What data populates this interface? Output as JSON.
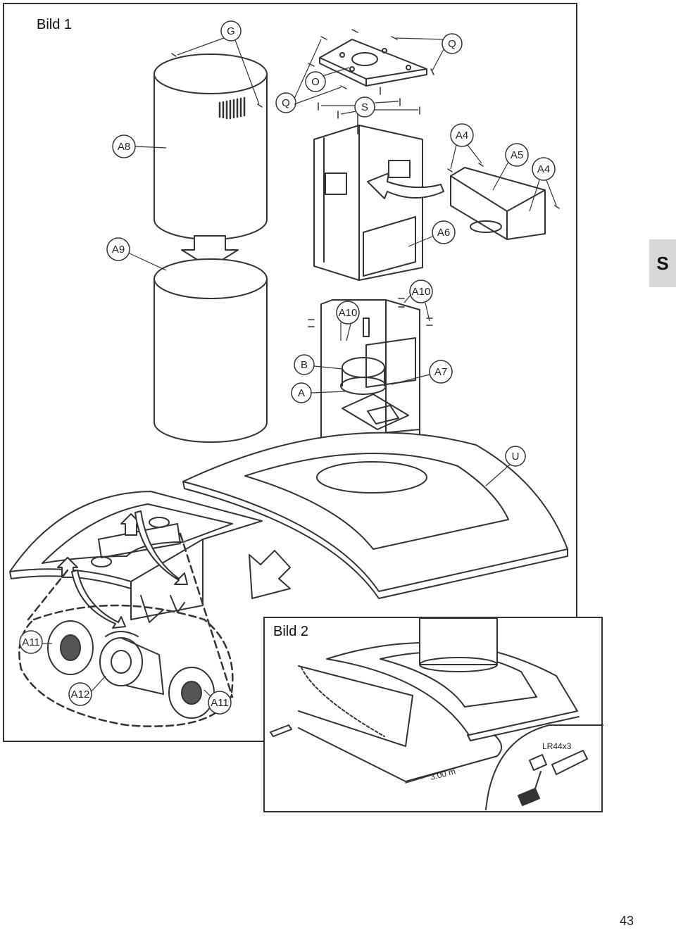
{
  "figure1": {
    "title": "Bild 1"
  },
  "figure2": {
    "title": "Bild 2",
    "distance_label": "3.00 m",
    "battery_label": "LR44x3"
  },
  "side_tab": "S",
  "page_number": "43",
  "callouts": {
    "G": "G",
    "Q1": "Q",
    "Q2": "Q",
    "O": "O",
    "S": "S",
    "A8": "A8",
    "A9": "A9",
    "A4a": "A4",
    "A4b": "A4",
    "A5": "A5",
    "A6": "A6",
    "A10a": "A10",
    "A10b": "A10",
    "B": "B",
    "A": "A",
    "A7": "A7",
    "U": "U",
    "A11a": "A11",
    "A11b": "A11",
    "A12": "A12"
  }
}
